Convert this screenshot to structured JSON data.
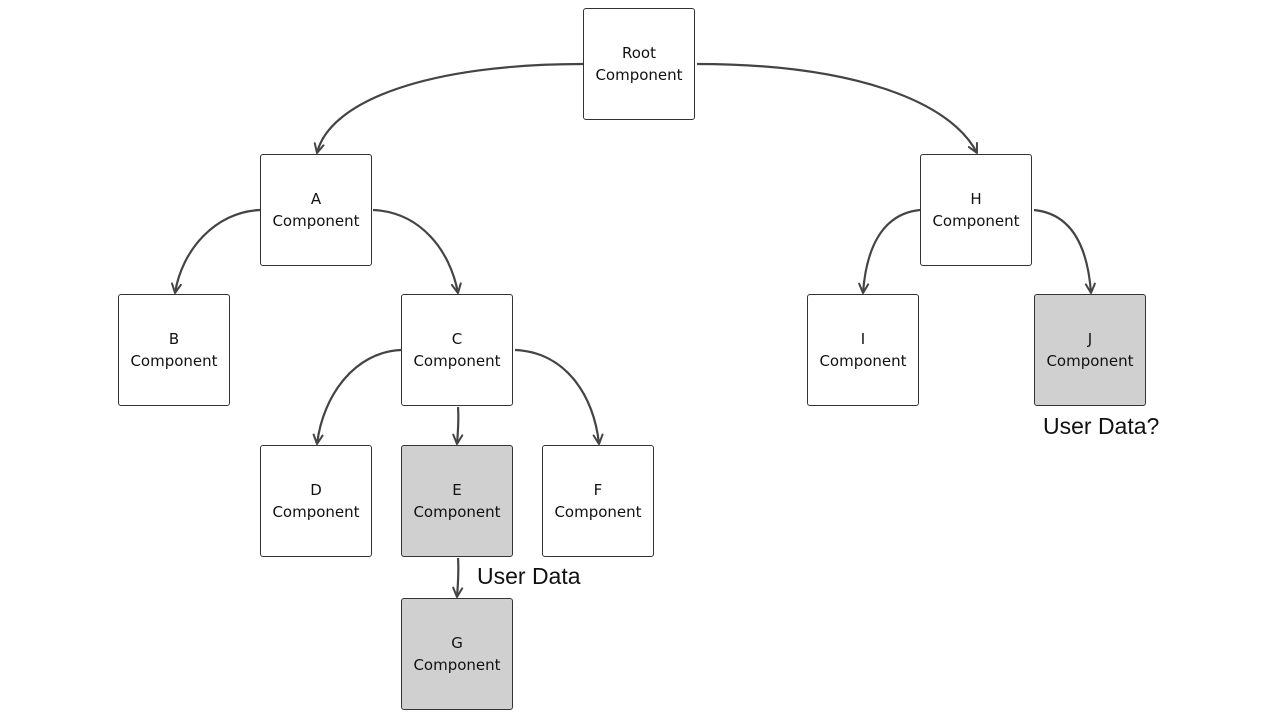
{
  "colors": {
    "node_fill": "#ffffff",
    "highlight_fill": "#d1d0d1",
    "stroke": "#333333",
    "edge": "#444444"
  },
  "nodes": {
    "root": {
      "line1": "Root",
      "line2": "Component"
    },
    "a": {
      "line1": "A",
      "line2": "Component"
    },
    "b": {
      "line1": "B",
      "line2": "Component"
    },
    "c": {
      "line1": "C",
      "line2": "Component"
    },
    "d": {
      "line1": "D",
      "line2": "Component"
    },
    "e": {
      "line1": "E",
      "line2": "Component",
      "highlighted": true
    },
    "f": {
      "line1": "F",
      "line2": "Component"
    },
    "g": {
      "line1": "G",
      "line2": "Component",
      "highlighted": true
    },
    "h": {
      "line1": "H",
      "line2": "Component"
    },
    "i": {
      "line1": "I",
      "line2": "Component"
    },
    "j": {
      "line1": "J",
      "line2": "Component",
      "highlighted": true
    }
  },
  "edges": [
    {
      "from": "root",
      "to": "a"
    },
    {
      "from": "root",
      "to": "h"
    },
    {
      "from": "a",
      "to": "b"
    },
    {
      "from": "a",
      "to": "c"
    },
    {
      "from": "c",
      "to": "d"
    },
    {
      "from": "c",
      "to": "e"
    },
    {
      "from": "c",
      "to": "f"
    },
    {
      "from": "e",
      "to": "g"
    },
    {
      "from": "h",
      "to": "i"
    },
    {
      "from": "h",
      "to": "j"
    }
  ],
  "annotations": {
    "user_data": "User Data",
    "user_data_question": "User Data?"
  }
}
